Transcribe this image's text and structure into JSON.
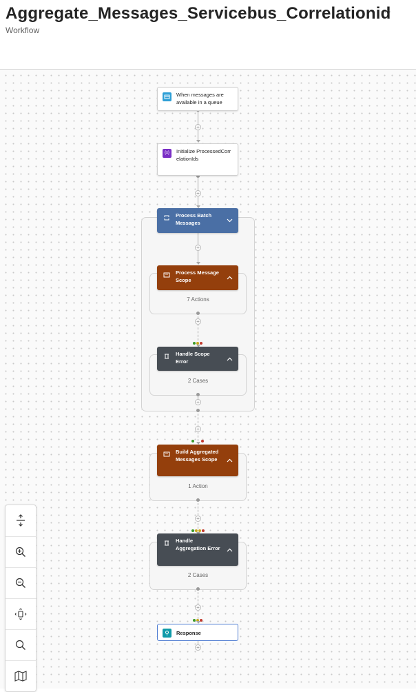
{
  "header": {
    "title": "Aggregate_Messages_Servicebus_Correlationid",
    "subtitle": "Workflow",
    "more_label": "···"
  },
  "workflow": {
    "trigger": {
      "label": "When messages are available in a queue",
      "icon": "service-bus-icon"
    },
    "init": {
      "label": "Initialize ProcessedCorrelationIds",
      "icon": "variable-icon"
    },
    "process_batch": {
      "label": "Process Batch Messages",
      "icon": "foreach-icon",
      "state": "expanded"
    },
    "process_scope": {
      "label": "Process Message Scope",
      "icon": "scope-icon",
      "summary": "7 Actions",
      "state": "collapsed"
    },
    "handle_scope_error": {
      "label": "Handle Scope Error",
      "icon": "switch-icon",
      "summary": "2 Cases",
      "state": "collapsed"
    },
    "build_scope": {
      "label": "Build Aggregated Messages Scope",
      "icon": "scope-icon",
      "summary": "1 Action",
      "state": "collapsed"
    },
    "handle_agg_error": {
      "label": "Handle Aggregation Error",
      "icon": "switch-icon",
      "summary": "2 Cases",
      "state": "collapsed"
    },
    "response": {
      "label": "Response",
      "icon": "response-icon"
    }
  },
  "toolbar": {
    "tools": [
      "fit-to-view-icon",
      "zoom-in-icon",
      "zoom-out-icon",
      "pan-icon",
      "search-icon",
      "minimap-icon"
    ]
  },
  "colors": {
    "blue_card": "#4a6fa5",
    "orange_card": "#943f0c",
    "dark_card": "#474d54",
    "run_after_success": "#3a9a28",
    "run_after_skipped": "#c8a81e",
    "run_after_failed": "#c23a2e"
  }
}
